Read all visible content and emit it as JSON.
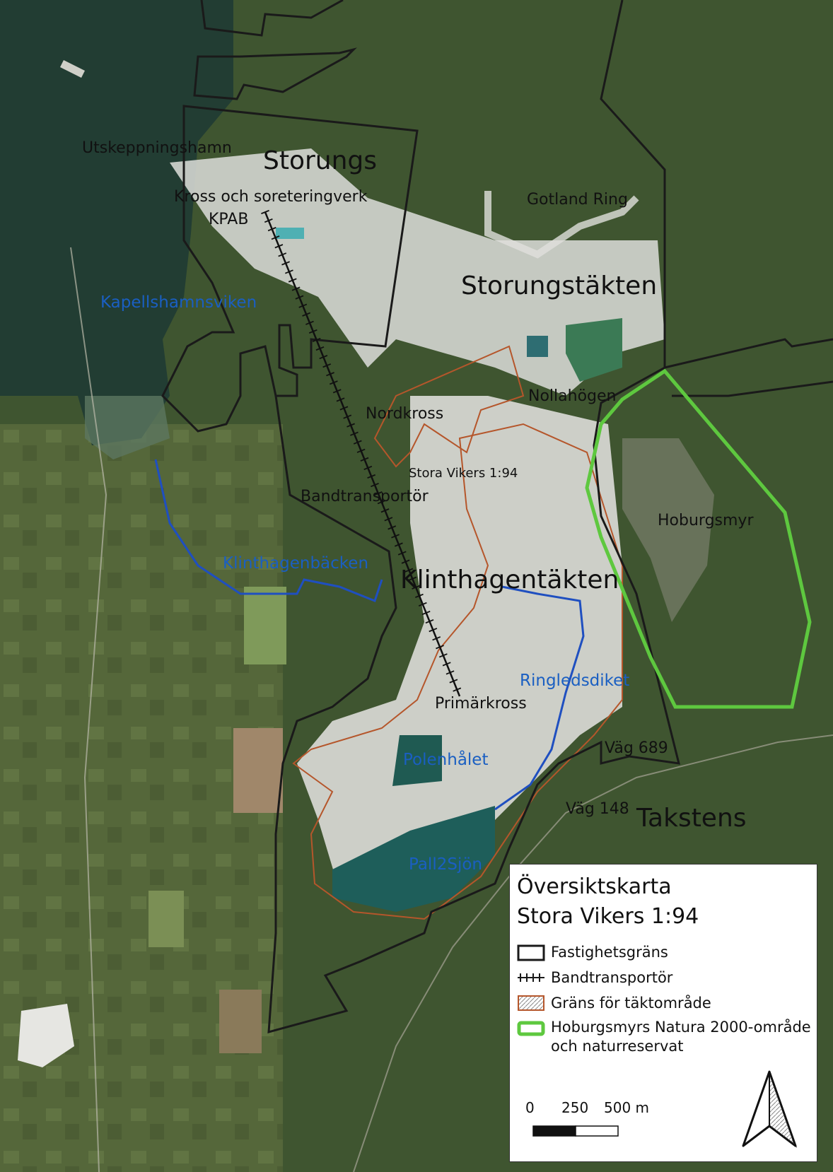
{
  "legend": {
    "title": "Översiktskarta",
    "subtitle": "Stora Vikers 1:94",
    "items": [
      {
        "label": "Fastighetsgräns",
        "color": "#1a1a1a"
      },
      {
        "label": "Bandtransportör",
        "color": "#1a1a1a"
      },
      {
        "label": "Gräns för täktområde",
        "color": "#b5562b"
      },
      {
        "label": "Hoburgsmyrs Natura 2000-område",
        "label2": "och naturreservat",
        "color": "#5ec83f"
      }
    ],
    "scalebar": {
      "ticks": [
        "0",
        "250",
        "500 m"
      ]
    },
    "north_arrow": "north-arrow-icon"
  },
  "labels": {
    "storungs": "Storungs",
    "utskeppningshamn": "Utskeppningshamn",
    "kross": "Kross och soreteringverk",
    "kpab": "KPAB",
    "gotland_ring": "Gotland Ring",
    "storungstakten": "Storungstäkten",
    "kapellshamnsviken": "Kapellshamnsviken",
    "nollahogen": "Nollahögen",
    "nordkross": "Nordkross",
    "stora_vikers": "Stora Vikers 1:94",
    "bandtransportor": "Bandtransportör",
    "hoburgsmyr": "Hoburgsmyr",
    "klinthagenbacken": "Klinthagenbäcken",
    "klinthagentakten": "Klinthagentäkten",
    "ringledsdiket": "Ringledsdiket",
    "primarkross": "Primärkross",
    "vag689": "Väg 689",
    "polenhalet": "Polenhålet",
    "vag148": "Väg 148",
    "takstens": "Takstens",
    "pall2sjon": "Pall2Sjön"
  },
  "colors": {
    "property": "#1a1a1a",
    "quarry": "#b5562b",
    "natura": "#5ec83f",
    "water": "#1a5fc2"
  }
}
